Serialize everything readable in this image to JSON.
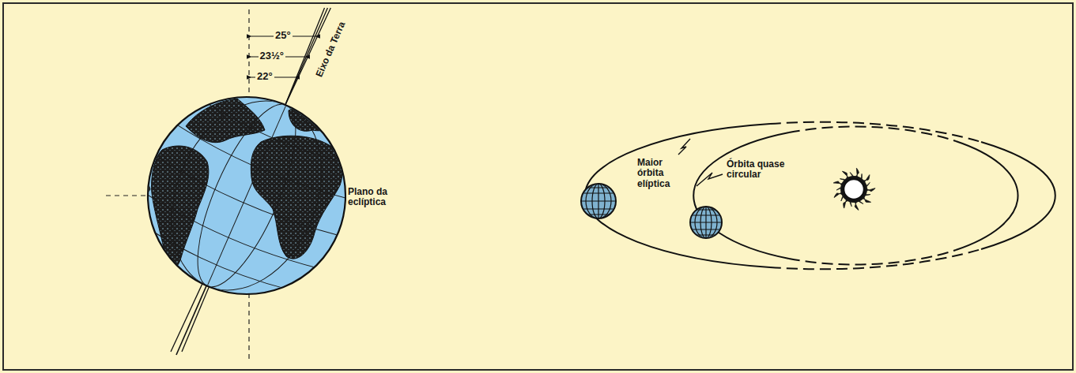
{
  "diagram": {
    "labels": [
      "25°",
      "23½°",
      "22°",
      "Eixo da Terra",
      "Plano da eclíptica",
      "Maior órbita elíptica",
      "Órbita quase circular"
    ]
  }
}
